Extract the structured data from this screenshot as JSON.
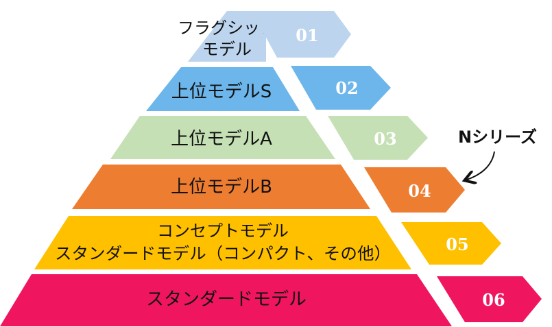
{
  "tiers": [
    {
      "lines": [
        "フラグシップ",
        "モデル"
      ],
      "badge": "01",
      "color": "#bcd4ee"
    },
    {
      "lines": [
        "上位モデルS"
      ],
      "badge": "02",
      "color": "#6cb6ec"
    },
    {
      "lines": [
        "上位モデルA"
      ],
      "badge": "03",
      "color": "#c5e0b4"
    },
    {
      "lines": [
        "上位モデルB"
      ],
      "badge": "04",
      "color": "#ed7d31"
    },
    {
      "lines": [
        "コンセプトモデル",
        "スタンダードモデル（コンパクト、その他）"
      ],
      "badge": "05",
      "color": "#ffc000"
    },
    {
      "lines": [
        "スタンダードモデル"
      ],
      "badge": "06",
      "color": "#f0155f"
    }
  ],
  "annotation": {
    "text": "Nシリーズ",
    "icon": "curved-arrow-icon"
  }
}
